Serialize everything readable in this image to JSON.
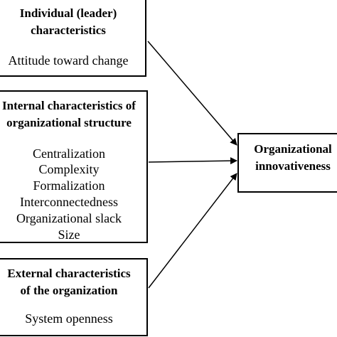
{
  "leader_box": {
    "title_line1": "Individual (leader)",
    "title_line2": "characteristics",
    "item": "Attitude toward change"
  },
  "internal_box": {
    "title_line1": "Internal characteristics of",
    "title_line2": "organizational structure",
    "items": [
      "Centralization",
      "Complexity",
      "Formalization",
      "Interconnectedness",
      "Organizational slack",
      "Size"
    ]
  },
  "external_box": {
    "title_line1": "External characteristics",
    "title_line2": "of the organization",
    "item": "System openness"
  },
  "outcome_box": {
    "title_line1": "Organizational",
    "title_line2": "innovativeness"
  }
}
